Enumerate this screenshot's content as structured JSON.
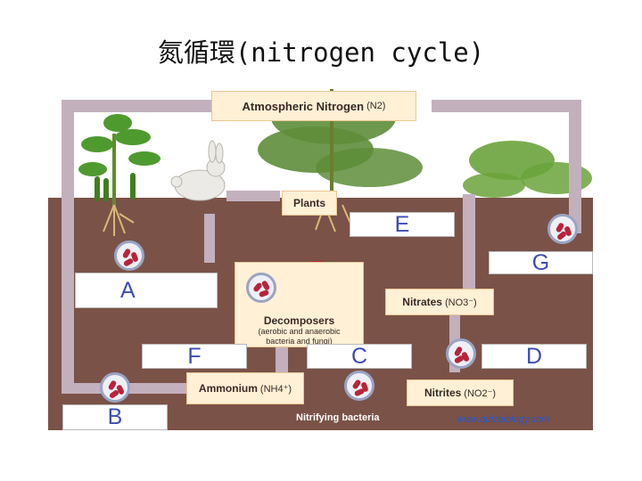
{
  "title": "氮循環(nitrogen cycle)",
  "nodes": {
    "atmospheric": {
      "label": "Atmospheric Nitrogen",
      "formula": "(N2)"
    },
    "plants": {
      "label": "Plants"
    },
    "decomposers": {
      "label": "Decomposers",
      "note1": "(aerobic and anaerobic",
      "note2": "bacteria and fungi)"
    },
    "nitrates": {
      "label": "Nitrates",
      "formula": "(NO3⁻)"
    },
    "nitrites": {
      "label": "Nitrites",
      "formula": "(NO2⁻)"
    },
    "ammonium": {
      "label": "Ammonium",
      "formula": "(NH4⁺)"
    }
  },
  "blanks": {
    "A": "A",
    "B": "B",
    "C": "C",
    "D": "D",
    "E": "E",
    "F": "F",
    "G": "G"
  },
  "caption": "Nitrifying bacteria",
  "credit": "www.quizbiology.com",
  "colors": {
    "soil": "#7a5248",
    "arrow": "#c3b0bd",
    "node_bg": "#fff0d6",
    "blank_text": "#3d4db0",
    "bacteria": "#b8243a"
  }
}
